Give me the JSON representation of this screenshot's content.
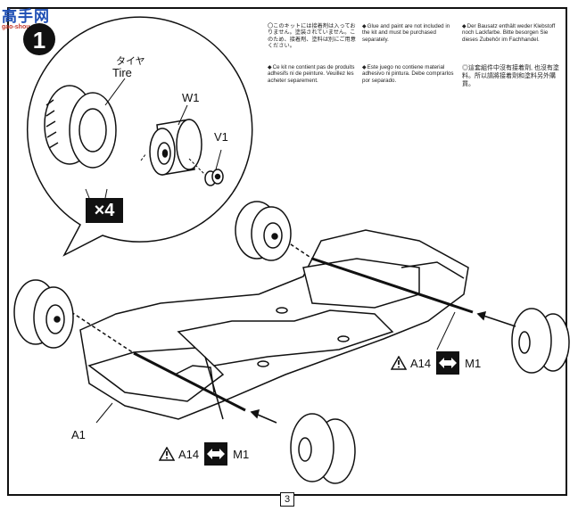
{
  "watermark": {
    "title": "高手网",
    "url": "gao-shou.com"
  },
  "step": {
    "number": "1"
  },
  "notes": {
    "japanese": "〇このキットには接着剤は入っておりません。塗装されていません。このため、接着剤、塗料は別にご用意ください。",
    "english": "Glue and paint are not included in the kit and must be purchased separately.",
    "german": "Der Bausatz enthält weder Kleb­stoff noch Lackfarbe. Bitte besor­gen Sie dieses Zubehör im Fach­handel.",
    "french": "Ce kit ne contient pas de produits adhesifs ni de peinture. Veuillez les acheter separement.",
    "spanish": "Este juego no contiene material adhesivo ni pintura. Debe com­prarlos por separado.",
    "chinese": "◎這套組件中沒有接着劑, 也沒有塗料。所以請將接着劑和塗料另外購買。"
  },
  "parts": {
    "tire_jp": "タイヤ",
    "tire_en": "Tire",
    "w1": "W1",
    "v1": "V1",
    "multiplier": "×4",
    "a1": "A1"
  },
  "refs": [
    {
      "part": "A14",
      "mate": "M1"
    },
    {
      "part": "A14",
      "mate": "M1"
    }
  ],
  "page": {
    "number": "3"
  },
  "colors": {
    "ink": "#111111",
    "watermark_blue": "#1f4fb5",
    "watermark_red": "#c4372b"
  }
}
